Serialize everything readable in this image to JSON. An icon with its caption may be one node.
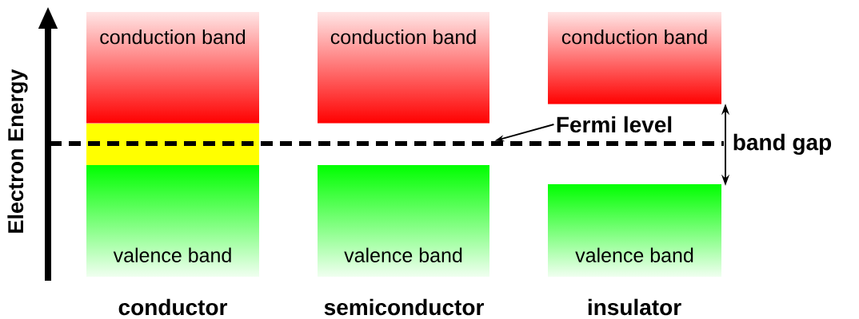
{
  "diagram": {
    "nodes": [
      {
        "text": [
          "conduction band"
        ]
      },
      {
        "text": [],
        "shape": "bar"
      },
      {
        "text": [
          "valence band"
        ]
      },
      {
        "text": [
          "conduction band"
        ]
      },
      {
        "text": [
          "valence band"
        ]
      },
      {
        "text": [
          "conduction band"
        ]
      },
      {
        "text": [
          "valence band"
        ]
      },
      {
        "text": [
          "Fermi level"
        ]
      },
      {
        "text": [],
        "shape": "line"
      }
    ],
    "edges": [
      {
        "from": 7,
        "to": 8,
        "arrow": "to"
      }
    ],
    "labels": [
      "Electron Energy",
      "band gap",
      "conductor",
      "semiconductor",
      "insulator"
    ]
  }
}
